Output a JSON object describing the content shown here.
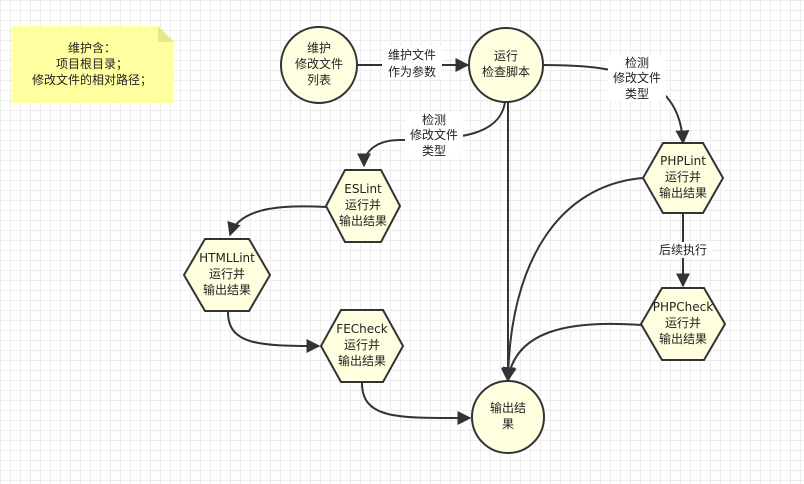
{
  "note": {
    "lines": [
      "维护含：",
      "项目根目录；",
      "修改文件的相对路径；"
    ]
  },
  "nodes": {
    "file_list": [
      "维护",
      "修改文件",
      "列表"
    ],
    "run_check": [
      "运行",
      "检查脚本"
    ],
    "eslint": [
      "ESLint",
      "运行并",
      "输出结果"
    ],
    "htmllint": [
      "HTMLLint",
      "运行并",
      "输出结果"
    ],
    "fecheck": [
      "FECheck",
      "运行并",
      "输出结果"
    ],
    "output": [
      "输出结",
      "果"
    ],
    "phplint": [
      "PHPLint",
      "运行并",
      "输出结果"
    ],
    "phpcheck": [
      "PHPCheck",
      "运行并",
      "输出结果"
    ]
  },
  "edge_labels": {
    "pass_files": [
      "维护文件",
      "作为参数"
    ],
    "detect_left": [
      "检测",
      "修改文件",
      "类型"
    ],
    "detect_right": [
      "检测",
      "修改文件",
      "类型"
    ],
    "then_run": [
      "后续执行"
    ]
  }
}
